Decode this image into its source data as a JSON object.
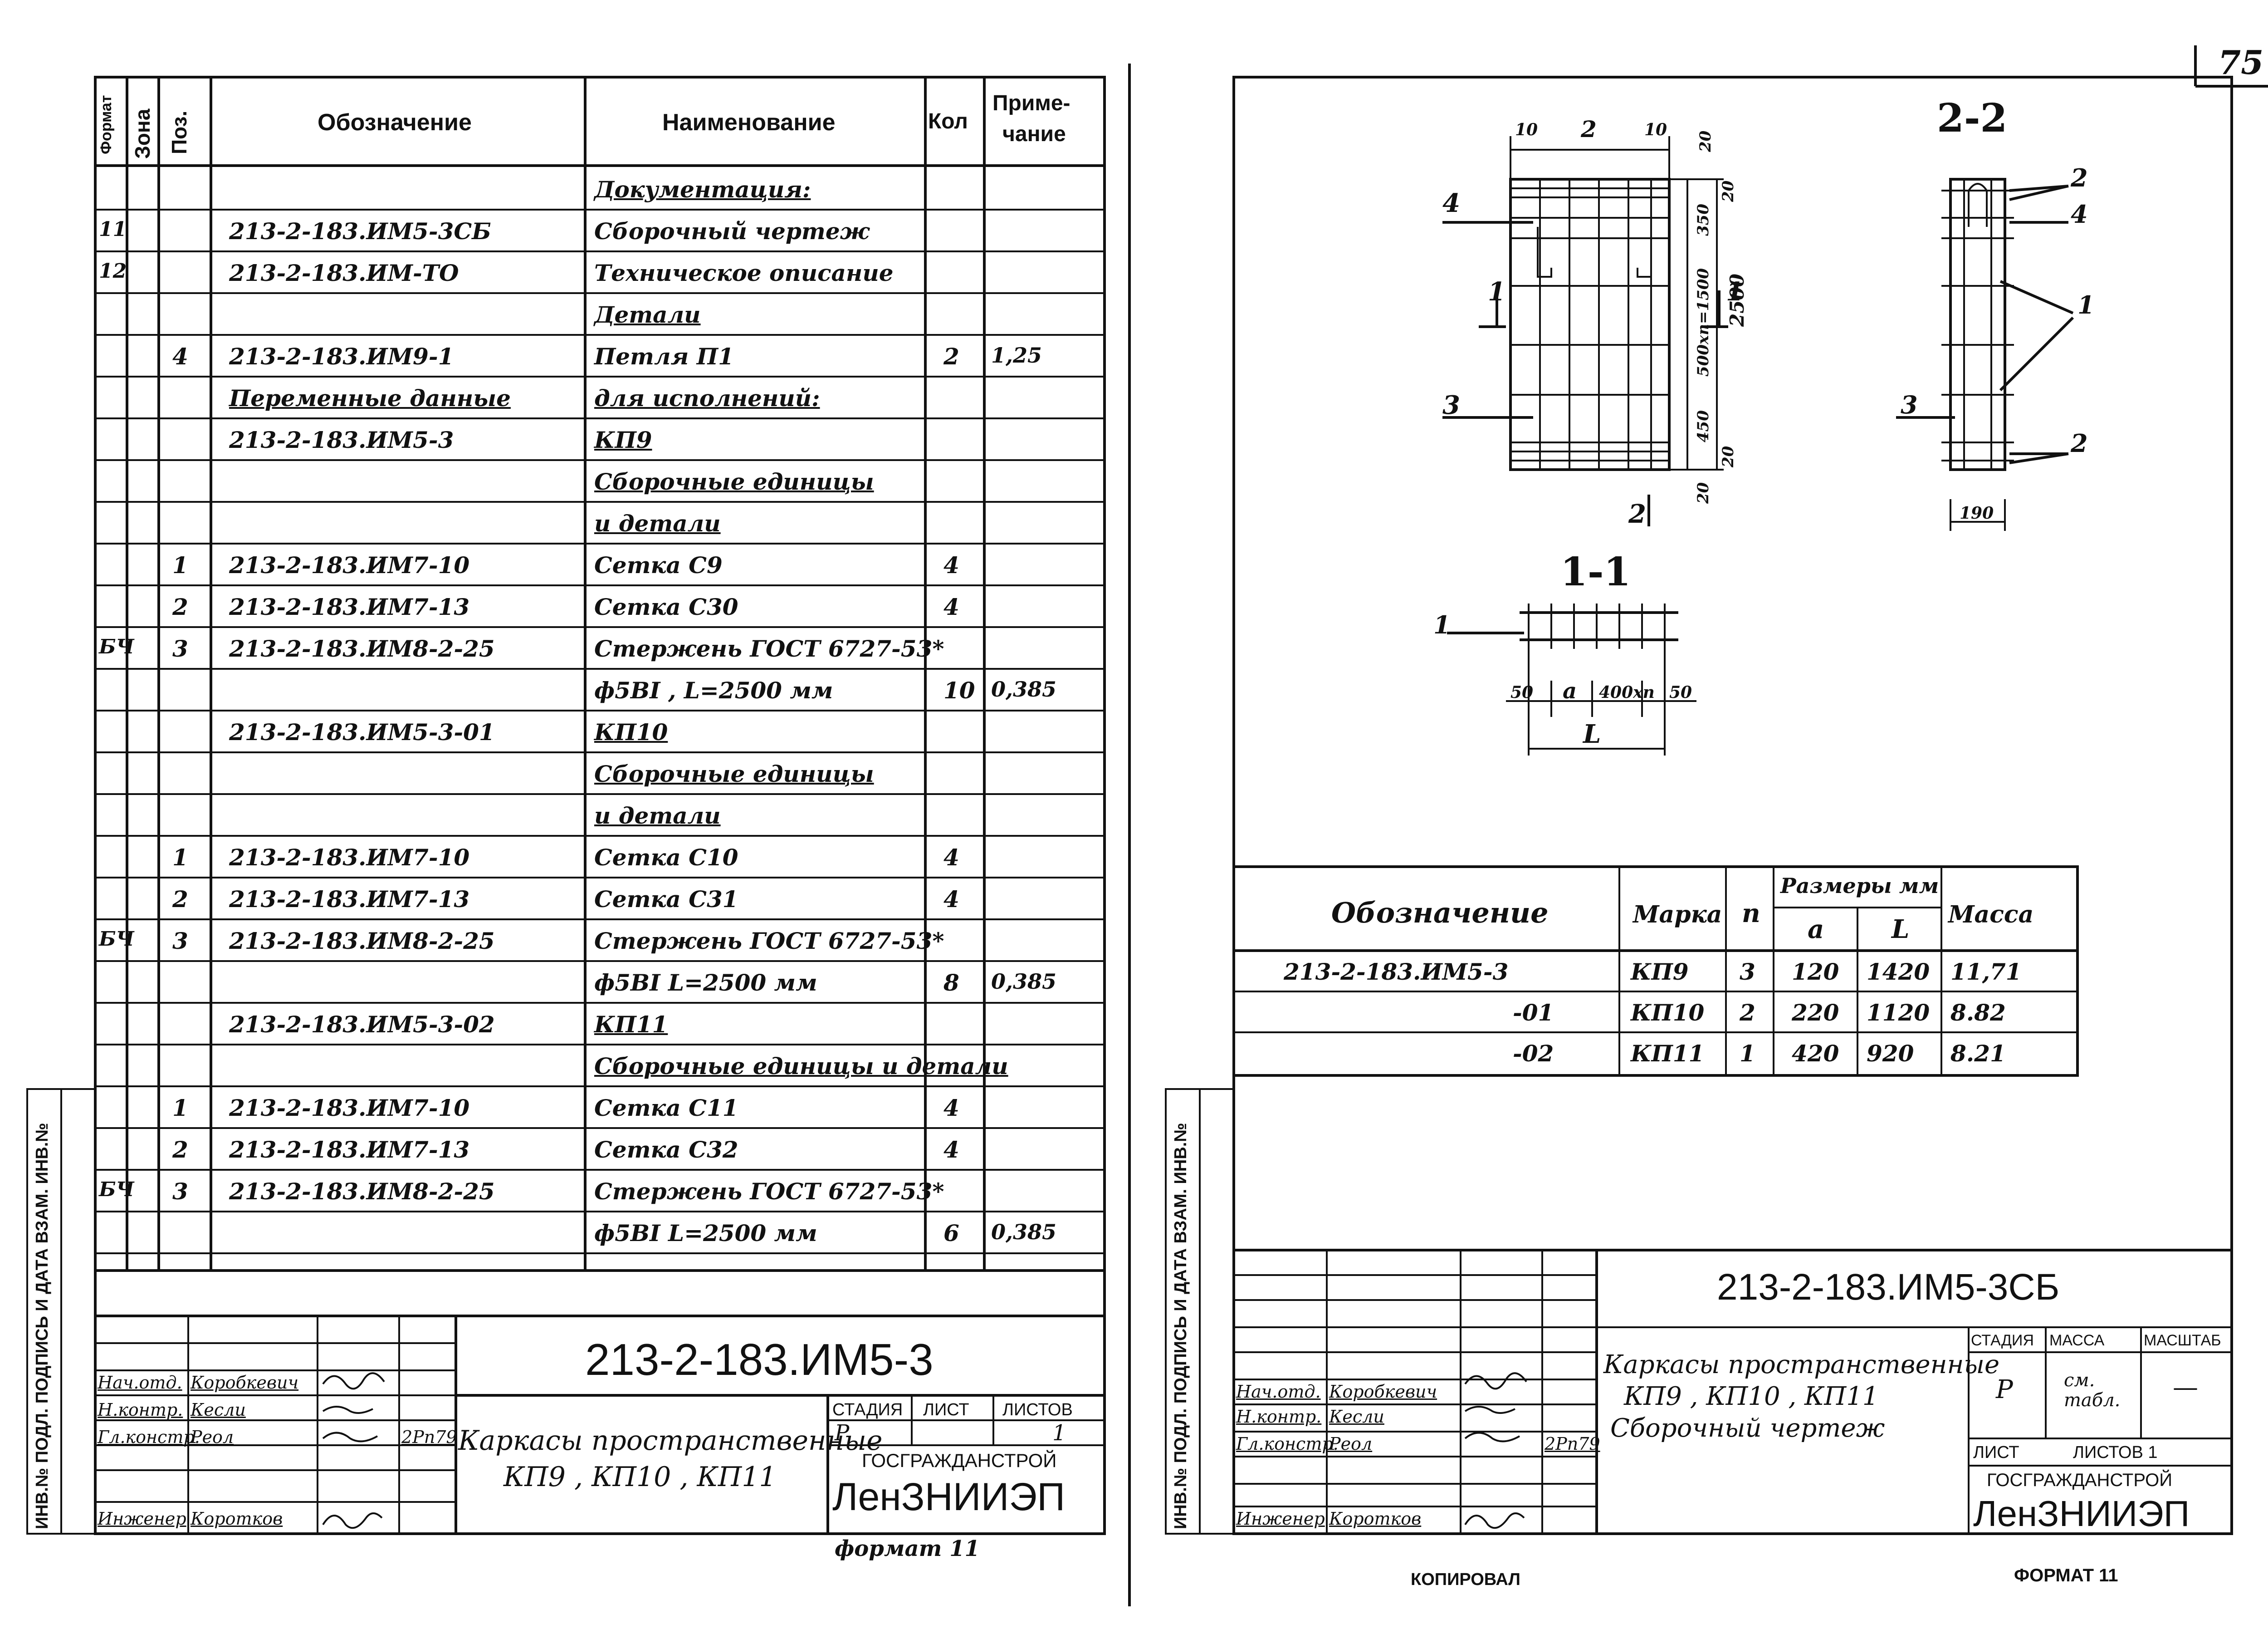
{
  "page_number": "75",
  "left": {
    "headers": {
      "format": "Формат",
      "zone": "Зона",
      "pos": "Поз.",
      "designation": "Обозначение",
      "name": "Наименование",
      "qty": "Кол",
      "note_1": "Приме-",
      "note_2": "чание"
    },
    "rows": [
      {
        "fmt": "",
        "pos": "",
        "des": "",
        "name": "Документация:",
        "qty": "",
        "note": ""
      },
      {
        "fmt": "11",
        "pos": "",
        "des": "213-2-183.ИМ5-3СБ",
        "name": "Сборочный чертеж",
        "qty": "",
        "note": ""
      },
      {
        "fmt": "12",
        "pos": "",
        "des": "213-2-183.ИМ-ТО",
        "name": "Техническое описание",
        "qty": "",
        "note": ""
      },
      {
        "fmt": "",
        "pos": "",
        "des": "",
        "name": "Детали",
        "qty": "",
        "note": ""
      },
      {
        "fmt": "",
        "pos": "4",
        "des": "213-2-183.ИМ9-1",
        "name": "Петля П1",
        "qty": "2",
        "note": "1,25"
      },
      {
        "fmt": "",
        "pos": "",
        "des": "Переменные данные",
        "name": "для исполнений:",
        "qty": "",
        "note": ""
      },
      {
        "fmt": "",
        "pos": "",
        "des": "213-2-183.ИМ5-3",
        "name": "КП9",
        "qty": "",
        "note": ""
      },
      {
        "fmt": "",
        "pos": "",
        "des": "",
        "name": "Сборочные единицы",
        "qty": "",
        "note": ""
      },
      {
        "fmt": "",
        "pos": "",
        "des": "",
        "name": "и детали",
        "qty": "",
        "note": ""
      },
      {
        "fmt": "",
        "pos": "1",
        "des": "213-2-183.ИМ7-10",
        "name": "Сетка С9",
        "qty": "4",
        "note": ""
      },
      {
        "fmt": "",
        "pos": "2",
        "des": "213-2-183.ИМ7-13",
        "name": "Сетка С30",
        "qty": "4",
        "note": ""
      },
      {
        "fmt": "БЧ",
        "pos": "3",
        "des": "213-2-183.ИМ8-2-25",
        "name": "Стержень ГОСТ 6727-53*",
        "qty": "",
        "note": ""
      },
      {
        "fmt": "",
        "pos": "",
        "des": "",
        "name": "ф5BI , L=2500 мм",
        "qty": "10",
        "note": "0,385"
      },
      {
        "fmt": "",
        "pos": "",
        "des": "213-2-183.ИМ5-3-01",
        "name": "КП10",
        "qty": "",
        "note": ""
      },
      {
        "fmt": "",
        "pos": "",
        "des": "",
        "name": "Сборочные единицы",
        "qty": "",
        "note": ""
      },
      {
        "fmt": "",
        "pos": "",
        "des": "",
        "name": "и детали",
        "qty": "",
        "note": ""
      },
      {
        "fmt": "",
        "pos": "1",
        "des": "213-2-183.ИМ7-10",
        "name": "Сетка С10",
        "qty": "4",
        "note": ""
      },
      {
        "fmt": "",
        "pos": "2",
        "des": "213-2-183.ИМ7-13",
        "name": "Сетка С31",
        "qty": "4",
        "note": ""
      },
      {
        "fmt": "БЧ",
        "pos": "3",
        "des": "213-2-183.ИМ8-2-25",
        "name": "Стержень ГОСТ 6727-53*",
        "qty": "",
        "note": ""
      },
      {
        "fmt": "",
        "pos": "",
        "des": "",
        "name": "ф5BI  L=2500 мм",
        "qty": "8",
        "note": "0,385"
      },
      {
        "fmt": "",
        "pos": "",
        "des": "213-2-183.ИМ5-3-02",
        "name": "КП11",
        "qty": "",
        "note": ""
      },
      {
        "fmt": "",
        "pos": "",
        "des": "",
        "name": "Сборочные единицы и детали",
        "qty": "",
        "note": ""
      },
      {
        "fmt": "",
        "pos": "1",
        "des": "213-2-183.ИМ7-10",
        "name": "Сетка С11",
        "qty": "4",
        "note": ""
      },
      {
        "fmt": "",
        "pos": "2",
        "des": "213-2-183.ИМ7-13",
        "name": "Сетка С32",
        "qty": "4",
        "note": ""
      },
      {
        "fmt": "БЧ",
        "pos": "3",
        "des": "213-2-183.ИМ8-2-25",
        "name": "Стержень ГОСТ 6727-53*",
        "qty": "",
        "note": ""
      },
      {
        "fmt": "",
        "pos": "",
        "des": "",
        "name": "ф5BI  L=2500 мм",
        "qty": "6",
        "note": "0,385"
      }
    ],
    "side_stamp": "ИНВ.№ ПОДЛ.  ПОДПИСЬ И ДАТА  ВЗАМ. ИНВ.№",
    "title_block": {
      "doc_code": "213-2-183.ИМ5-3",
      "title_1": "Каркасы пространственные",
      "title_2": "КП9 , КП10 , КП11",
      "stage_h": "СТАДИЯ",
      "sheet_h": "ЛИСТ",
      "sheets_h": "ЛИСТОВ",
      "stage": "Р",
      "sheet": "",
      "sheets": "1",
      "org_1": "ГОСГРАЖДАНСТРОЙ",
      "org_2": "ЛенЗНИИЭП",
      "roles": [
        {
          "role": "Нач.отд.",
          "name": "Коробкевич",
          "date": ""
        },
        {
          "role": "Н.контр.",
          "name": "Кесли",
          "date": ""
        },
        {
          "role": "Гл.констр.",
          "name": "Реол",
          "date": "2Рп79"
        },
        {
          "role": "Инженер",
          "name": "Коротков",
          "date": ""
        }
      ]
    },
    "format_note": "формат 11"
  },
  "right": {
    "section_22": "2-2",
    "section_11": "1-1",
    "drawing_labels": {
      "d10a": "10",
      "d2": "2",
      "d10b": "10",
      "d20a": "20",
      "d20b": "20",
      "d350": "350",
      "d500": "500хn=1500",
      "d450": "450",
      "d20c": "20",
      "d20d": "20",
      "d2500": "2500",
      "p4": "4",
      "p1a": "1",
      "p1b": "1",
      "p3": "3",
      "p2": "2",
      "s_p2a": "2",
      "s_p4": "4",
      "s_p1": "1",
      "s_p3": "3",
      "s_p2b": "2",
      "s_190": "190",
      "s11_p1": "1",
      "s11_50a": "50",
      "s11_a": "a",
      "s11_400": "400хn",
      "s11_50b": "50",
      "s11_L": "L"
    },
    "table": {
      "h_designation": "Обозначение",
      "h_mark": "Марка",
      "h_n": "n",
      "h_sizes": "Размеры мм",
      "h_a": "a",
      "h_L": "L",
      "h_mass": "Масса",
      "rows": [
        {
          "des": "213-2-183.ИМ5-3",
          "mark": "КП9",
          "n": "3",
          "a": "120",
          "L": "1420",
          "mass": "11,71"
        },
        {
          "des": "-01",
          "mark": "КП10",
          "n": "2",
          "a": "220",
          "L": "1120",
          "mass": "8.82"
        },
        {
          "des": "-02",
          "mark": "КП11",
          "n": "1",
          "a": "420",
          "L": "920",
          "mass": "8.21"
        }
      ]
    },
    "side_stamp": "ИНВ.№ ПОДЛ.  ПОДПИСЬ И ДАТА  ВЗАМ. ИНВ.№",
    "title_block": {
      "doc_code": "213-2-183.ИМ5-3СБ",
      "title_1": "Каркасы пространственные",
      "title_2": "КП9 , КП10 , КП11",
      "title_3": "Сборочный чертеж",
      "stage_h": "СТАДИЯ",
      "mass_h": "МАССА",
      "scale_h": "МАСШТАБ",
      "stage": "Р",
      "mass": "см. табл.",
      "scale": "—",
      "sheet_h": "ЛИСТ",
      "sheets_h": "ЛИСТОВ 1",
      "org_1": "ГОСГРАЖДАНСТРОЙ",
      "org_2": "ЛенЗНИИЭП",
      "roles": [
        {
          "role": "Нач.отд.",
          "name": "Коробкевич",
          "date": ""
        },
        {
          "role": "Н.контр.",
          "name": "Кесли",
          "date": ""
        },
        {
          "role": "Гл.констр.",
          "name": "Реол",
          "date": "2Рп79"
        },
        {
          "role": "Инженер",
          "name": "Коротков",
          "date": ""
        }
      ]
    },
    "copied": "КОПИРОВАЛ",
    "format_note": "ФОРМАТ 11"
  }
}
